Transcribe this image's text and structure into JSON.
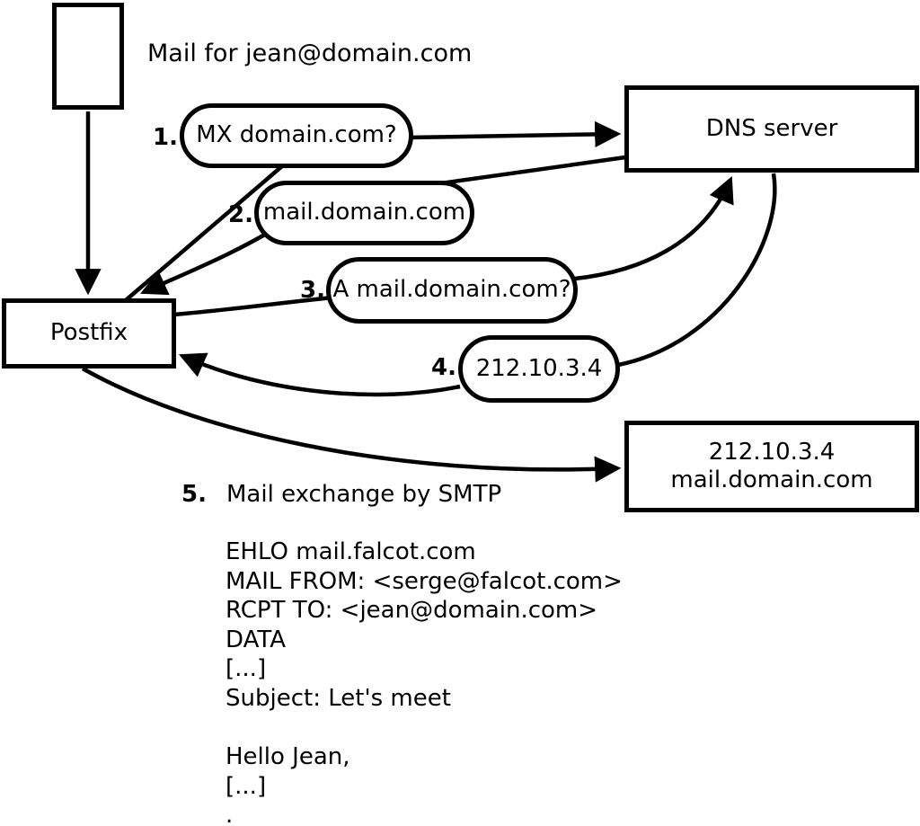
{
  "title": "Mail for jean@domain.com",
  "nodes": {
    "envelope": {
      "label": ""
    },
    "postfix": {
      "label": "Postfix"
    },
    "dns": {
      "label": "DNS server"
    },
    "mail_server": {
      "line1": "212.10.3.4",
      "line2": "mail.domain.com"
    }
  },
  "steps": [
    {
      "num": "1.",
      "label": "MX domain.com?"
    },
    {
      "num": "2.",
      "label": "mail.domain.com"
    },
    {
      "num": "3.",
      "label": "A mail.domain.com?"
    },
    {
      "num": "4.",
      "label": "212.10.3.4"
    },
    {
      "num": "5.",
      "label": "Mail exchange by SMTP"
    }
  ],
  "smtp_session": {
    "lines": [
      "EHLO mail.falcot.com",
      "MAIL FROM: <serge@falcot.com>",
      "RCPT TO: <jean@domain.com>",
      "DATA",
      "[...]",
      "Subject: Let's meet",
      "",
      "Hello Jean,",
      "[...]",
      "."
    ]
  },
  "colors": {
    "stroke": "#000000",
    "background": "#ffffff"
  }
}
